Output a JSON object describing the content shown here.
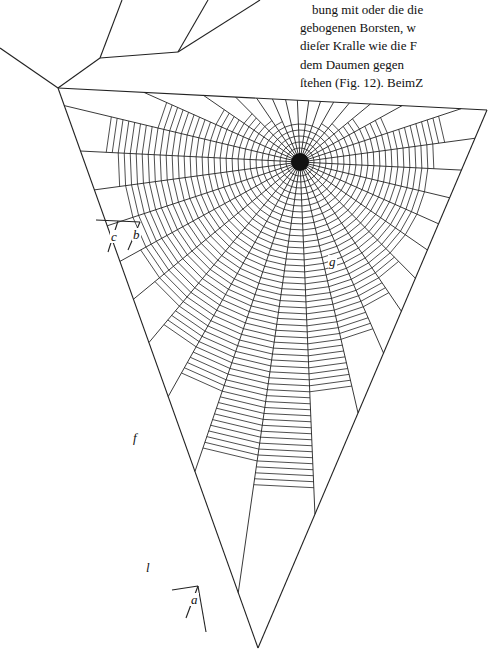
{
  "diagram": {
    "labels": [
      "bung mit oder die die",
      "gebogenen Borsten, w",
      "dieſer Kralle wie die F",
      "dem Daumen gegen",
      "ſtehen (Fig. 12). BeimZ",
      "c",
      "b",
      "g",
      "f",
      "l",
      "a"
    ]
  }
}
